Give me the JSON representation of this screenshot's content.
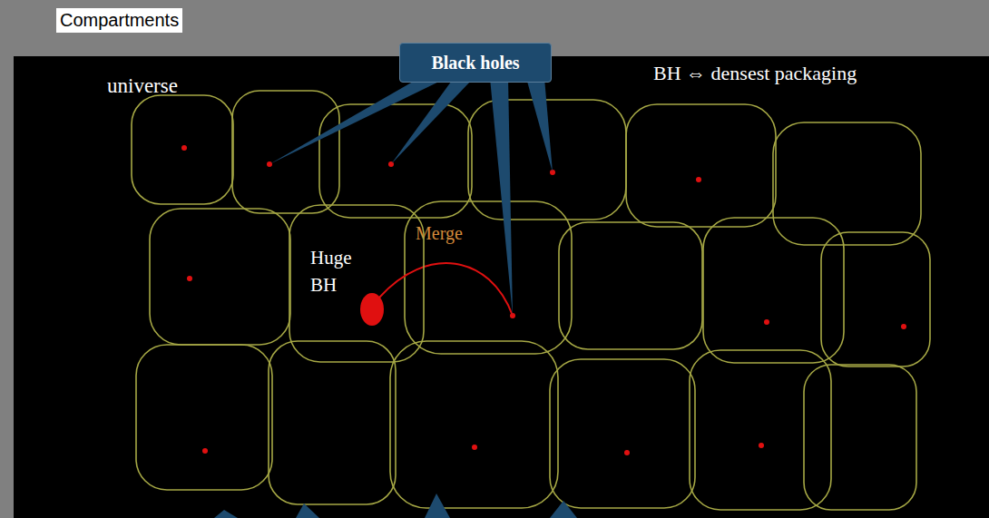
{
  "diagram": {
    "title": "Compartments",
    "nodes": [
      {
        "text": [
          "Black holes"
        ]
      },
      {
        "text": [
          "Huge BH"
        ]
      }
    ],
    "labels": [
      "universe",
      "BH ⇔ densest packaging",
      "Merge"
    ]
  }
}
